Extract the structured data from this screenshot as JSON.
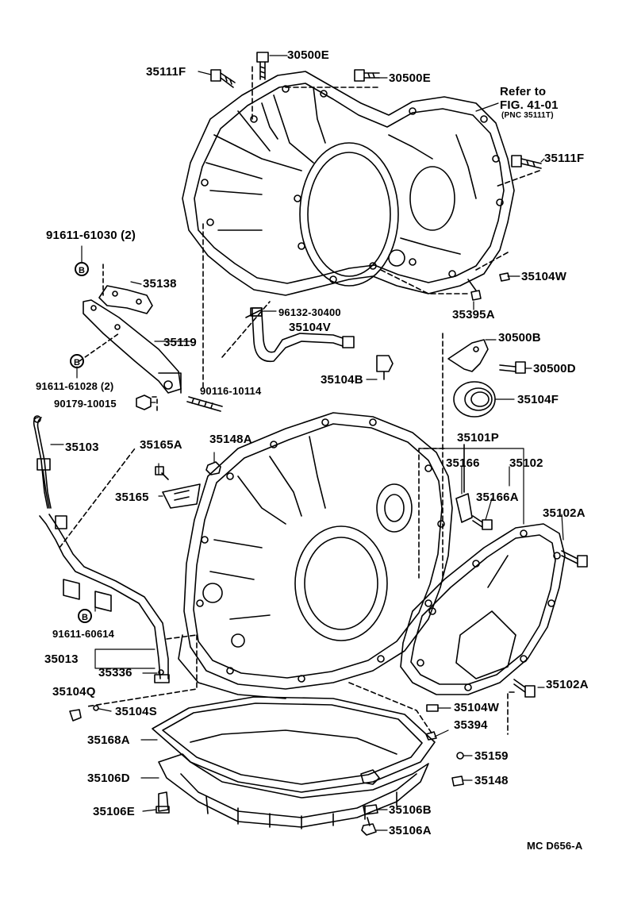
{
  "labels": {
    "p30500E_top": "30500E",
    "p30500E_2": "30500E",
    "p35111F_l": "35111F",
    "p35111F_r": "35111F",
    "refer1": "Refer to",
    "refer2": "FIG. 41-01",
    "refer3": "(PNC 35111T)",
    "p91611_61030": "91611-61030 (2)",
    "p35138": "35138",
    "p35104W_1": "35104W",
    "p96132": "96132-30400",
    "p35395A": "35395A",
    "p35104V": "35104V",
    "p35119": "35119",
    "p30500B": "30500B",
    "p35104B": "35104B",
    "p30500D": "30500D",
    "p91611_61028": "91611-61028 (2)",
    "p90116": "90116-10114",
    "p35104F": "35104F",
    "p90179": "90179-10015",
    "p35103": "35103",
    "p35165A": "35165A",
    "p35148A": "35148A",
    "p35101P": "35101P",
    "p35166": "35166",
    "p35102": "35102",
    "p35165": "35165",
    "p35166A": "35166A",
    "p35102A_1": "35102A",
    "p91611_60614": "91611-60614",
    "p35013": "35013",
    "p35336": "35336",
    "p35102A_2": "35102A",
    "p35104Q": "35104Q",
    "p35104S": "35104S",
    "p35104W_2": "35104W",
    "p35394": "35394",
    "p35168A": "35168A",
    "p35159": "35159",
    "p35106D": "35106D",
    "p35148": "35148",
    "p35106E": "35106E",
    "p35106B": "35106B",
    "p35106A": "35106A",
    "code": "MC  D656-A"
  },
  "badges": {
    "b1": "B",
    "b2": "B",
    "b3": "B"
  }
}
